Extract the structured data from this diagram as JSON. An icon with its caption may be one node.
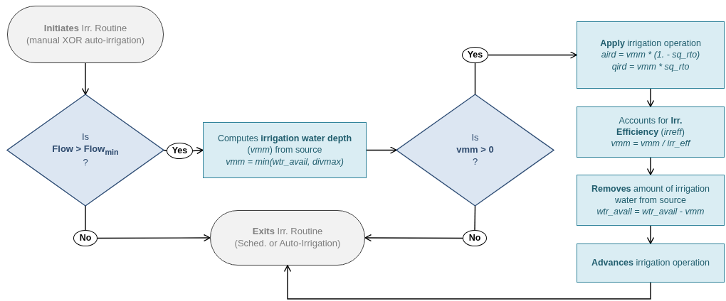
{
  "diagram": {
    "nodes": [
      {
        "text": [
          "**Initiates** Irr. Routine",
          "(manual XOR auto-irrigation)"
        ]
      },
      {
        "text": [
          "Is",
          "Flow > Flow$_{min}$",
          "?"
        ]
      },
      {
        "text": [
          "Yes"
        ]
      },
      {
        "text": [
          "Computes **irrigation water depth** (*vmm*) from source",
          "vmm = min(wtr_avail, divmax)"
        ]
      },
      {
        "text": [
          "Is",
          "vmm > 0",
          "?"
        ]
      },
      {
        "text": [
          "Yes"
        ]
      },
      {
        "text": [
          "**Apply** irrigation operation",
          "aird = vmm * (1. - sq_rto)",
          "qird = vmm * sq_rto"
        ]
      },
      {
        "text": [
          "Accounts for **Irr. Efficiency** (*irreff*)",
          "vmm = vmm / irr_eff"
        ]
      },
      {
        "text": [
          "**Removes** amount of irrigation water from source",
          "wtr_avail = wtr_avail - vmm"
        ]
      },
      {
        "text": [
          "**Advances** irrigation operation"
        ]
      },
      {
        "text": [
          "No"
        ]
      },
      {
        "text": [
          "**Exits** Irr. Routine",
          "(Sched. or Auto-Irrigation)"
        ]
      },
      {
        "text": [
          "No"
        ]
      }
    ],
    "edges": [
      {
        "from": 0,
        "to": 1,
        "arrow": "to"
      },
      {
        "from": 1,
        "to": 2,
        "arrow": "none"
      },
      {
        "from": 2,
        "to": 3,
        "arrow": "to"
      },
      {
        "from": 3,
        "to": 4,
        "arrow": "to"
      },
      {
        "from": 4,
        "to": 5,
        "arrow": "none"
      },
      {
        "from": 5,
        "to": 6,
        "arrow": "to"
      },
      {
        "from": 6,
        "to": 7,
        "arrow": "to"
      },
      {
        "from": 7,
        "to": 8,
        "arrow": "to"
      },
      {
        "from": 8,
        "to": 9,
        "arrow": "to"
      },
      {
        "from": 1,
        "to": 10,
        "arrow": "none"
      },
      {
        "from": 10,
        "to": 11,
        "arrow": "to"
      },
      {
        "from": 4,
        "to": 12,
        "arrow": "none"
      },
      {
        "from": 12,
        "to": 11,
        "arrow": "to"
      },
      {
        "from": 9,
        "to": 11,
        "arrow": "to"
      }
    ]
  }
}
